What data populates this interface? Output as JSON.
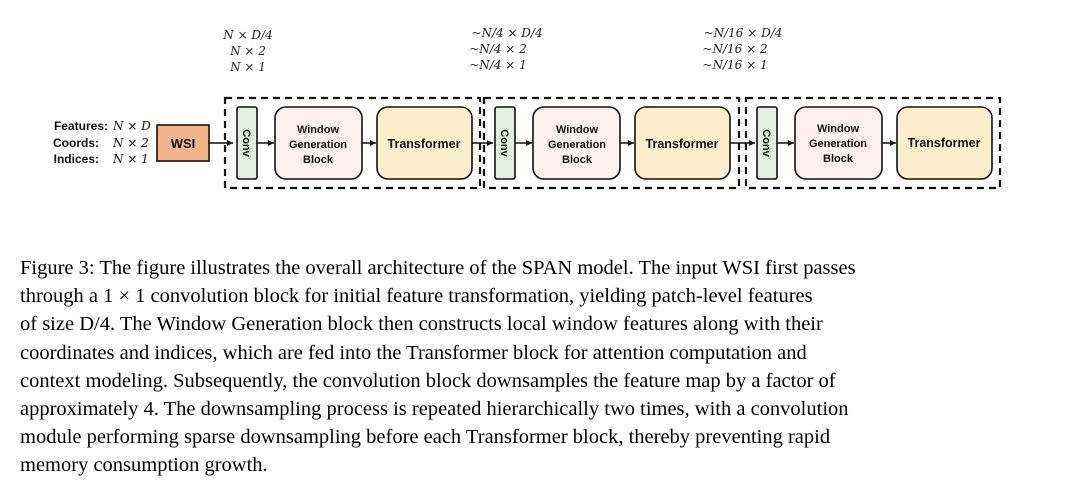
{
  "input": {
    "features_label": "Features:",
    "features_dim": "N × D",
    "coords_label": "Coords:",
    "coords_dim": "N × 2",
    "indices_label": "Indices:",
    "indices_dim": "N × 1",
    "wsi_label": "WSI"
  },
  "stages": [
    {
      "dims": [
        "N × D/4",
        "N × 2",
        "N × 1"
      ],
      "conv_label": "Conv",
      "window_lines": [
        "Window",
        "Generation",
        "Block"
      ],
      "transformer_label": "Transformer"
    },
    {
      "dims": [
        "~N/4 × D/4",
        "~N/4 × 2",
        "~N/4 × 1"
      ],
      "conv_label": "Conv",
      "window_lines": [
        "Window",
        "Generation",
        "Block"
      ],
      "transformer_label": "Transformer"
    },
    {
      "dims": [
        "~N/16 × D/4",
        "~N/16 × 2",
        "~N/16 × 1"
      ],
      "conv_label": "Conv",
      "window_lines": [
        "Window",
        "Generation",
        "Block"
      ],
      "transformer_label": "Transformer"
    }
  ],
  "colors": {
    "wsi_fill": "#f2b48d",
    "conv_fill": "#e3efe1",
    "window_fill": "#fcf1f0",
    "transformer_fill": "#fdefcc",
    "stroke": "#111111"
  },
  "caption": {
    "lines": [
      "Figure 3: The figure illustrates the overall architecture of the SPAN model. The input WSI first passes",
      "through a 1 × 1 convolution block for initial feature transformation, yielding patch-level features",
      "of size D/4. The Window Generation block then constructs local window features along with their",
      "coordinates and indices, which are fed into the Transformer block for attention computation and",
      "context modeling. Subsequently, the convolution block downsamples the feature map by a factor of",
      "approximately 4. The downsampling process is repeated hierarchically two times, with a convolution",
      "module performing sparse downsampling before each Transformer block, thereby preventing rapid",
      "memory consumption growth."
    ]
  }
}
